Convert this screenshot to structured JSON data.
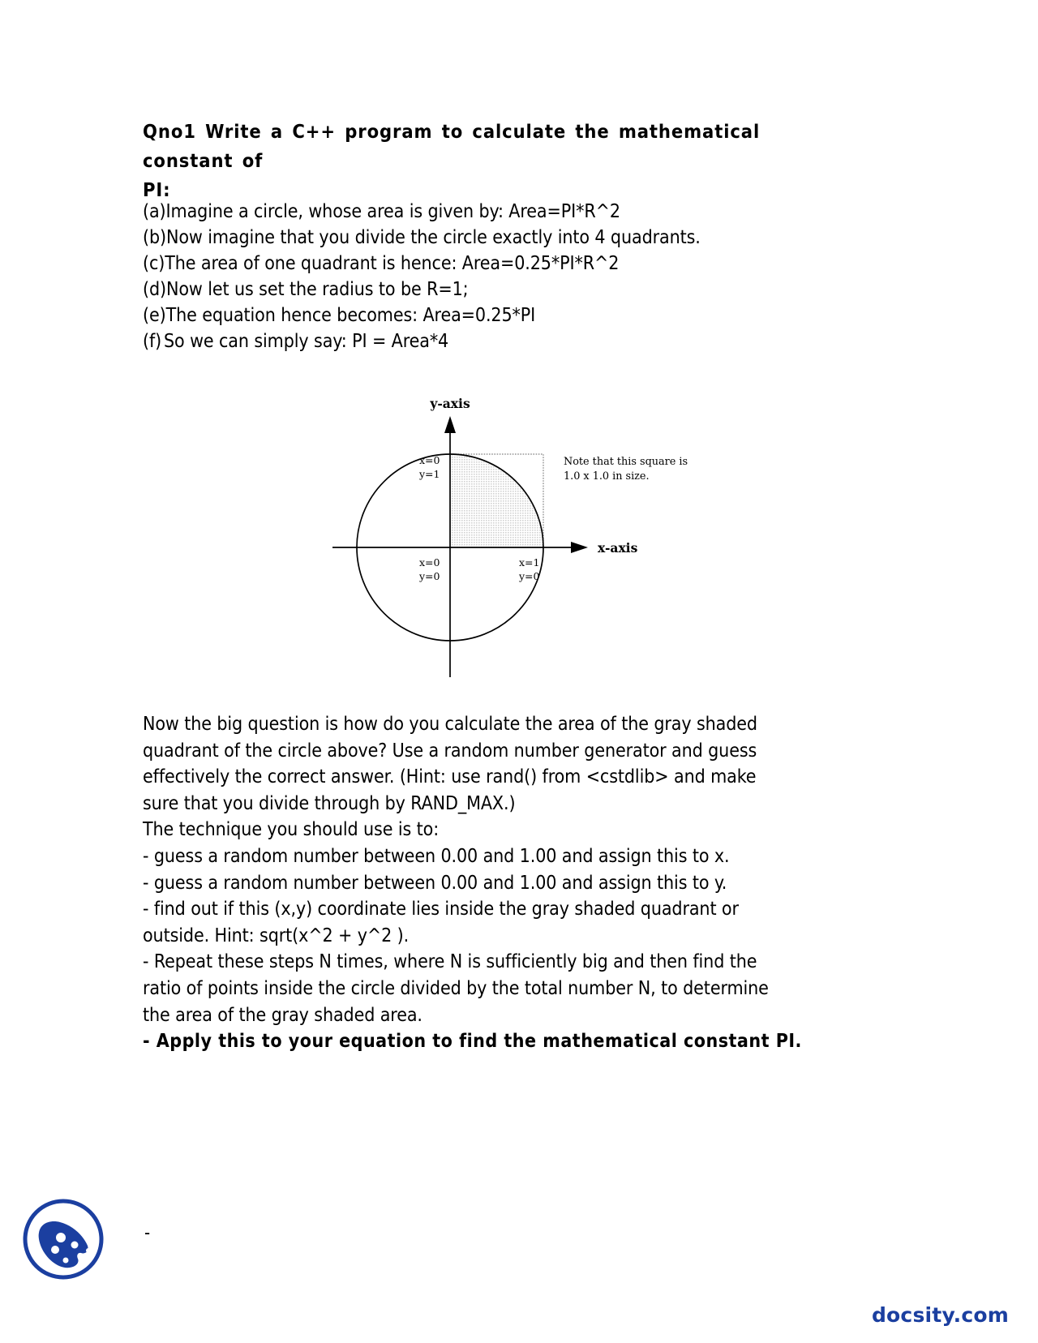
{
  "document": {
    "title_lines": [
      "Qno1  Write  a  C++  program  to  calculate  the  mathematical  constant  of",
      "PI:"
    ],
    "lettered_items": [
      {
        "marker": "(a)",
        "text": "Imagine a circle, whose area is given by: Area=PI*R^2"
      },
      {
        "marker": "(b)",
        "text": "Now imagine that you divide the circle exactly into 4 quadrants."
      },
      {
        "marker": "(c)",
        "text": "The area of one quadrant is hence: Area=0.25*PI*R^2"
      },
      {
        "marker": "(d)",
        "text": "Now let us set the radius to be R=1;"
      },
      {
        "marker": "(e)",
        "text": "The equation hence becomes: Area=0.25*PI"
      },
      {
        "marker": "(f)",
        "text": "So we can simply say: PI = Area*4"
      }
    ],
    "body_lines": [
      "Now the big question is how do you calculate the area of the gray shaded",
      "quadrant of the circle above? Use a random number generator and guess",
      "effectively the correct answer. (Hint:  use rand() from <cstdlib> and make",
      "sure that you divide through by RAND_MAX.)",
      "The technique you should use is to:",
      "- guess a random number between 0.00 and 1.00 and assign this to x.",
      "- guess a random number between 0.00 and 1.00 and assign this to y.",
      "- find out if this (x,y) coordinate lies inside the gray shaded quadrant or",
      "outside. Hint: sqrt(x^2 + y^2 ).",
      "- Repeat these steps N times, where N is sufficiently big and then find the",
      "ratio of points inside the circle divided by the total number N, to determine",
      "the area of the gray shaded area."
    ],
    "final_bold_line": "-  Apply this to your equation to find the mathematical constant PI.",
    "footer": {
      "dash": "-",
      "wordmark": "docsity.com",
      "brand_color": "#1b3fa0"
    }
  },
  "figure": {
    "y_axis_label": "y-axis",
    "x_axis_label": "x-axis",
    "note_line_1": "Note that this square is",
    "note_line_2": "1.0 x 1.0 in size.",
    "corner_labels": [
      {
        "id": "top-left",
        "line1": "x=0",
        "line2": "y=1"
      },
      {
        "id": "origin",
        "line1": "x=0",
        "line2": "y=0"
      },
      {
        "id": "bottom-right",
        "line1": "x=1",
        "line2": "y=0"
      }
    ],
    "shaded_quadrant_color": "#d9d9d9",
    "stroke_color": "#000000"
  }
}
